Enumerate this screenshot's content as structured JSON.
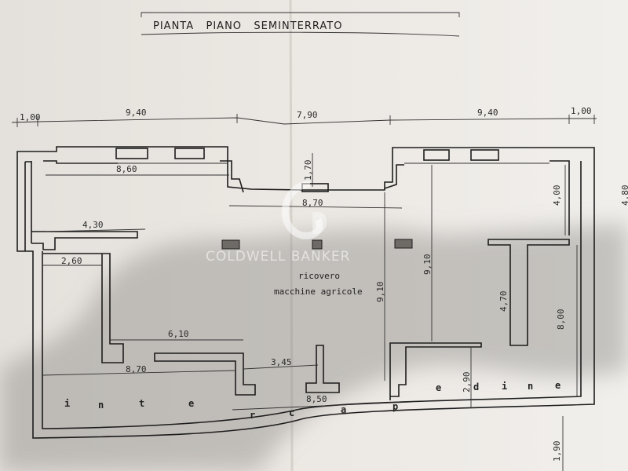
{
  "title": "PIANTA   PIANO   SEMINTERRATO",
  "watermark": "COLDWELL BANKER",
  "room": {
    "line1": "ricovero",
    "line2": "macchine agricole"
  },
  "dimensions": {
    "top_left_margin": "1,00",
    "top_left": "9,40",
    "top_center": "7,90",
    "top_right": "9,40",
    "top_right_margin": "1,00",
    "left_room_width": "8,60",
    "center_recess": "1,70",
    "center_width": "8,70",
    "right_room_depth": "4,00",
    "right_edge": "4,80",
    "left_small": "4,30",
    "left_corridor": "2,60",
    "center_depth_a": "9,10",
    "center_depth_b": "9,10",
    "right_partition": "4,70",
    "right_depth": "8,00",
    "left_wall": "6,10",
    "pillar_gap": "3,45",
    "bottom_left": "8,70",
    "gap_height": "2,90",
    "bottom_center": "8,50",
    "outer_offset": "1,90"
  },
  "intercapedine_letters": {
    "left": [
      "i",
      "n",
      "t",
      "e"
    ],
    "center": [
      "r",
      "c",
      "a",
      "p"
    ],
    "right": [
      "e",
      "d",
      "i",
      "n",
      "e"
    ]
  },
  "colors": {
    "paper": "#e9e5e0",
    "ink": "#1d1d1d",
    "shadow": "#8f8c88"
  }
}
